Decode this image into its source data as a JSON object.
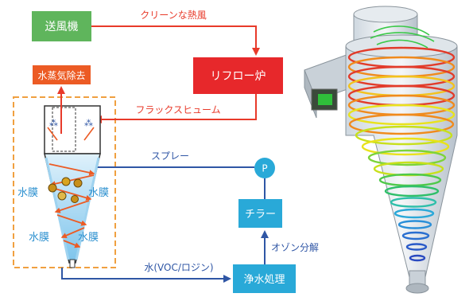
{
  "nodes": {
    "blower": "送風機",
    "reflow": "リフロー炉",
    "steam_removal": "水蒸気除去",
    "chiller": "チラー",
    "purification": "浄水処理",
    "pump": "P"
  },
  "flows": {
    "clean_hot_air": "クリーンな熱風",
    "flux_fume": "フラックスヒューム",
    "spray": "スプレー",
    "ozone_decomp": "オゾン分解",
    "water_voc": "水(VOC/ロジン)"
  },
  "labels": {
    "water_film": "水膜"
  },
  "colors": {
    "green_box": "#5fb55c",
    "red_box": "#e7282b",
    "orange_box": "#ec5b24",
    "cyan_box": "#29a9d8",
    "red_arrow": "#e83a2a",
    "blue_line": "#2f56a5",
    "orange_dash": "#f0a040",
    "water_text": "#2a8fcf"
  }
}
